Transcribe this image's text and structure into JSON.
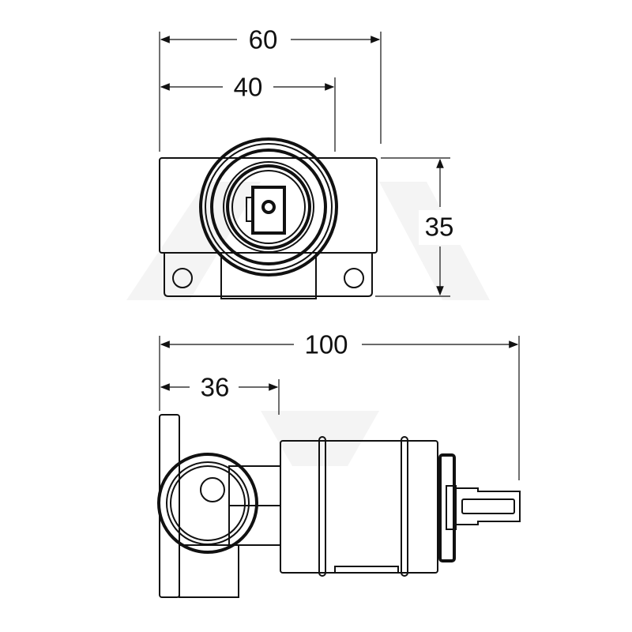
{
  "drawing": {
    "top_view": {
      "dimensions": {
        "width_total": "60",
        "width_center": "40",
        "height": "35"
      }
    },
    "side_view": {
      "dimensions": {
        "length_total": "100",
        "length_to_body": "36"
      }
    },
    "colors": {
      "line": "#111111",
      "watermark": "#f4f4f4",
      "background": "#ffffff"
    }
  }
}
